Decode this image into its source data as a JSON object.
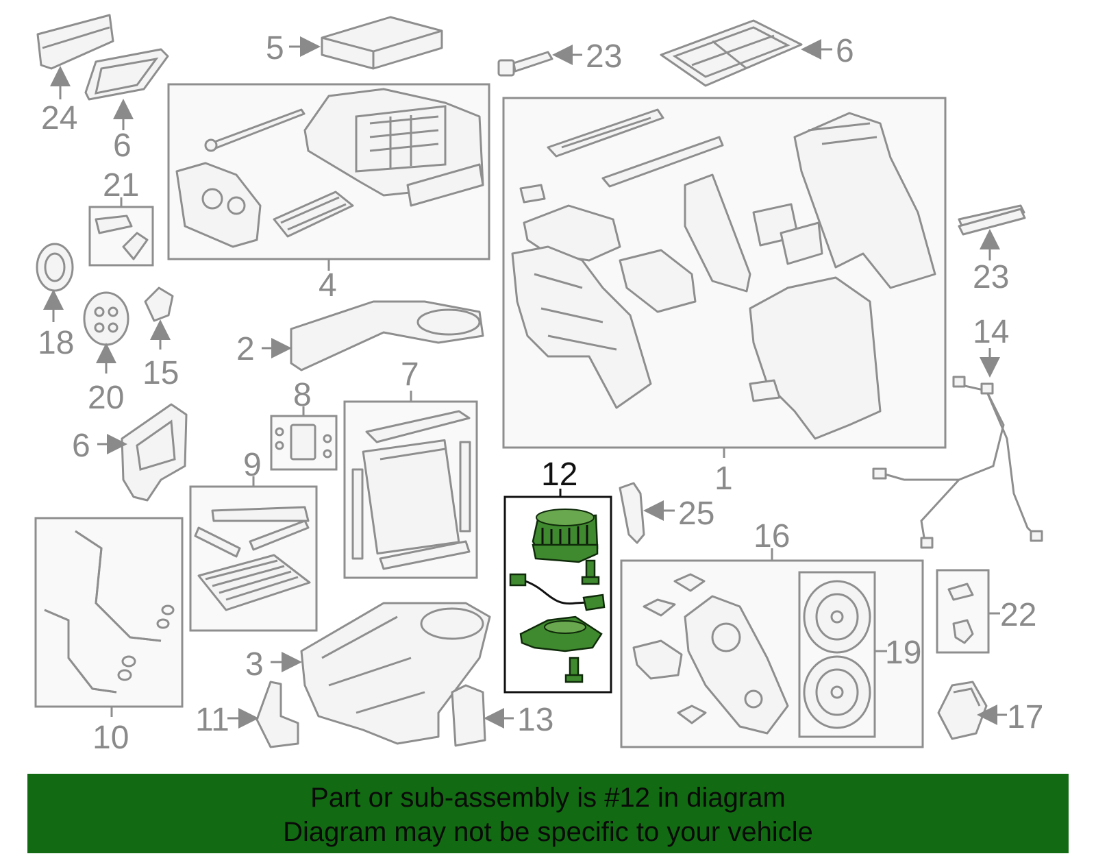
{
  "callouts": {
    "c1": "1",
    "c2": "2",
    "c3": "3",
    "c4": "4",
    "c5": "5",
    "c6a": "6",
    "c6b": "6",
    "c6c": "6",
    "c7": "7",
    "c8": "8",
    "c9": "9",
    "c10": "10",
    "c11": "11",
    "c12": "12",
    "c13": "13",
    "c14": "14",
    "c15": "15",
    "c16": "16",
    "c17": "17",
    "c18": "18",
    "c19": "19",
    "c20": "20",
    "c21": "21",
    "c22": "22",
    "c23a": "23",
    "c23b": "23",
    "c24": "24",
    "c25": "25"
  },
  "highlight": {
    "part_number": "12",
    "color": "#3f8a2e"
  },
  "banner": {
    "line1": "Part or sub-assembly is #12 in diagram",
    "line2": "Diagram may not be specific to your vehicle",
    "color": "#126a12"
  }
}
